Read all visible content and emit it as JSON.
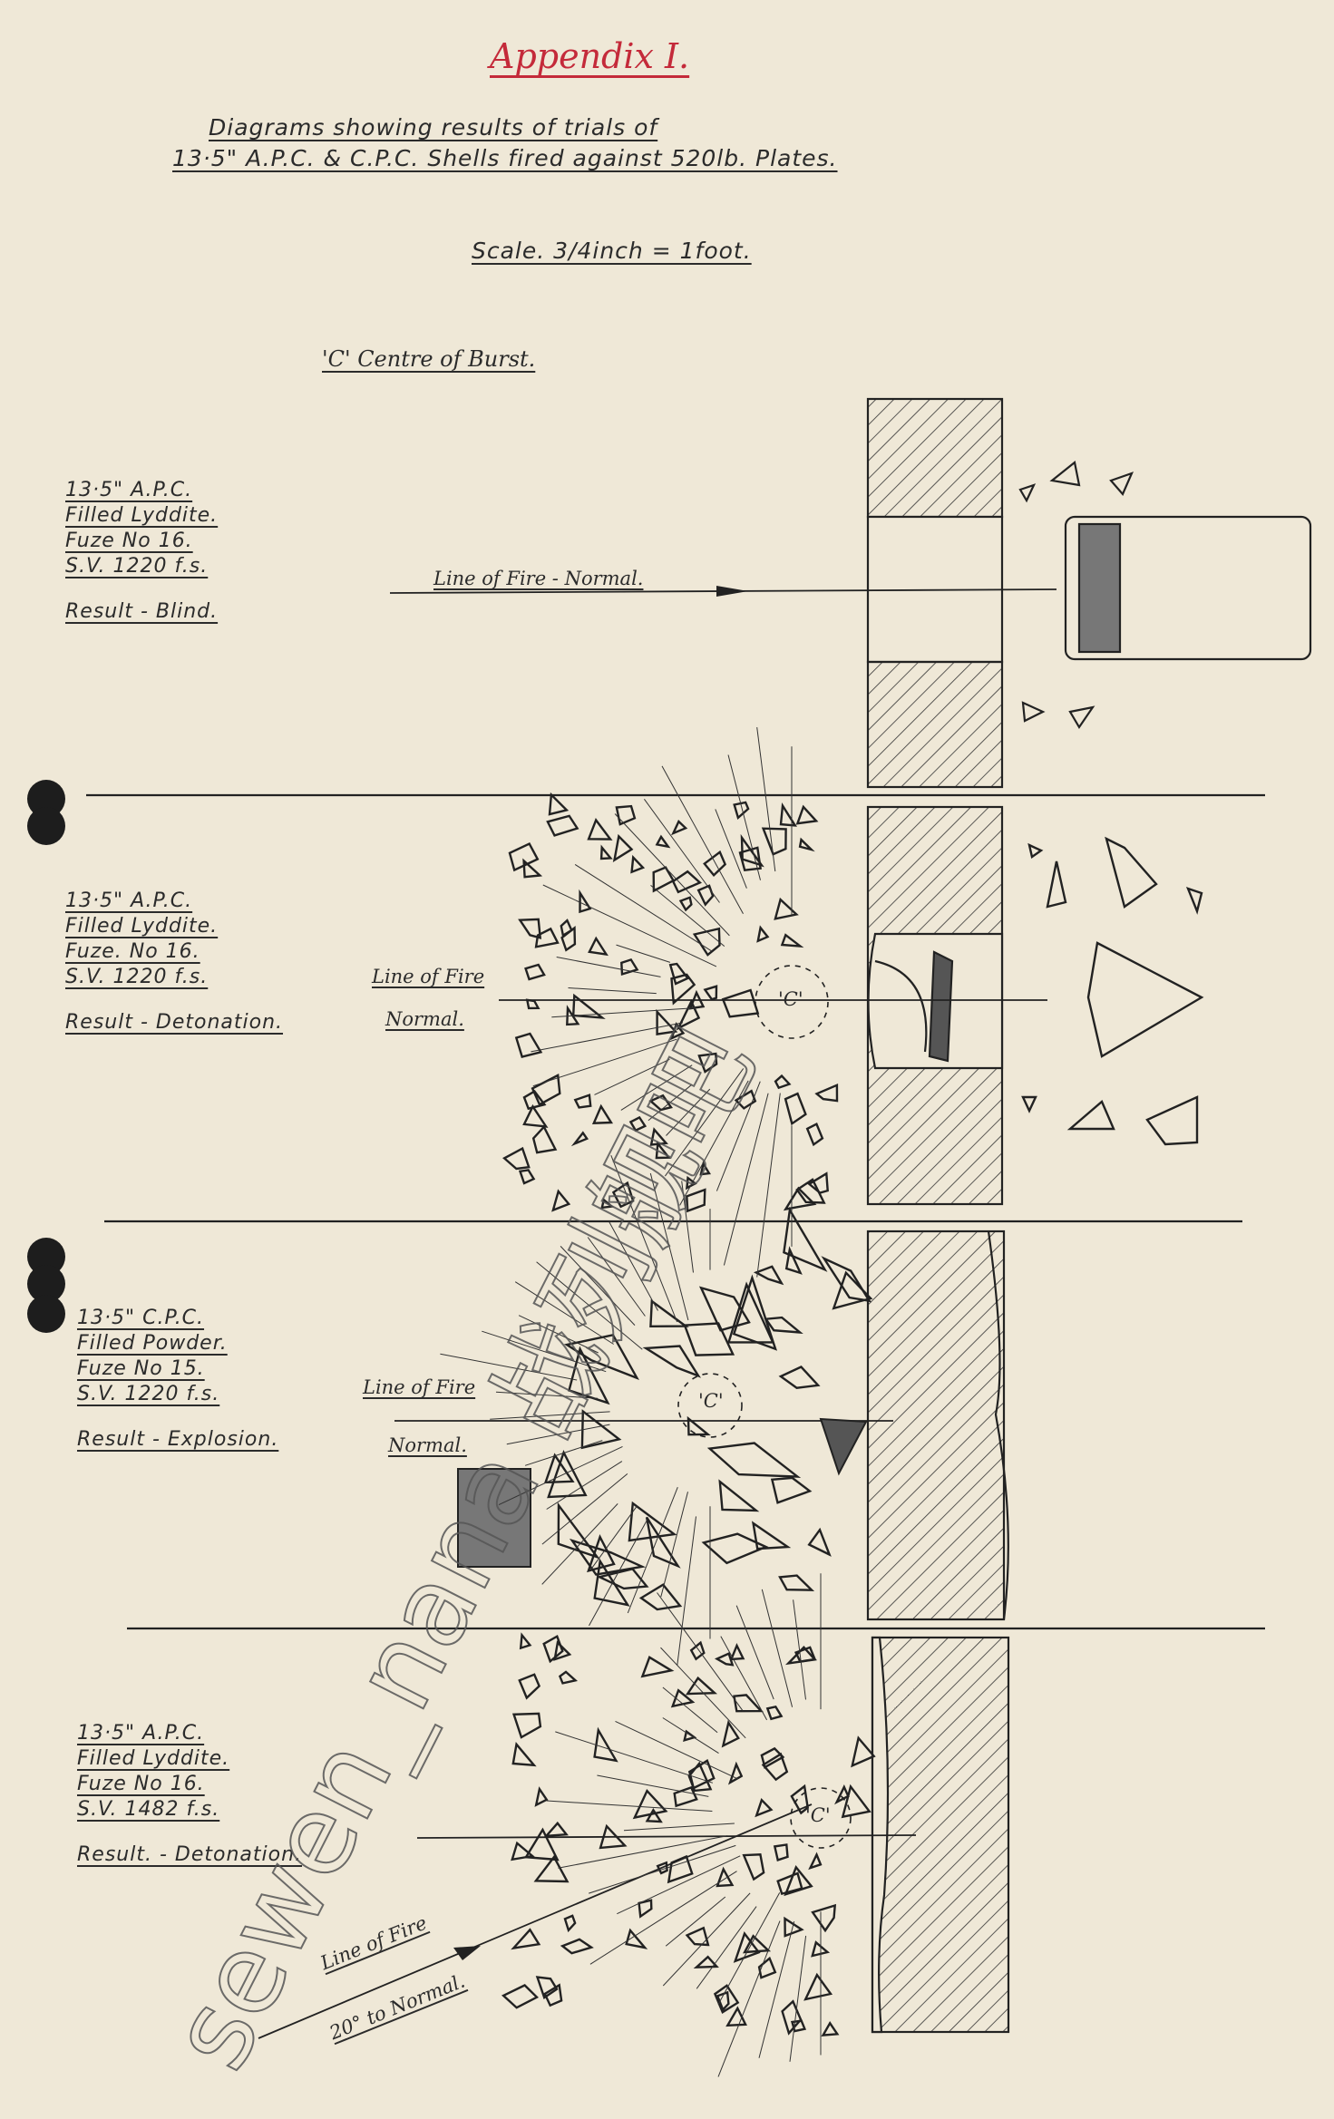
{
  "header": {
    "appendix": "Appendix I.",
    "title_line1": "Diagrams showing results of trials of",
    "title_line2": "13·5\" A.P.C. & C.P.C. Shells fired against 520lb. Plates.",
    "scale": "Scale. 3/4inch = 1foot.",
    "centre_note": "'C' Centre of Burst."
  },
  "trials": [
    {
      "shell": "13·5\" A.P.C.",
      "filling": "Filled Lyddite.",
      "fuze": "Fuze No 16.",
      "velocity": "S.V. 1220 f.s.",
      "result": "Result - Blind.",
      "line_of_fire": "Line of Fire - Normal.",
      "line_of_fire_2": ""
    },
    {
      "shell": "13·5\" A.P.C.",
      "filling": "Filled Lyddite.",
      "fuze": "Fuze. No 16.",
      "velocity": "S.V. 1220 f.s.",
      "result": "Result - Detonation.",
      "line_of_fire": "Line of Fire",
      "line_of_fire_2": "Normal."
    },
    {
      "shell": "13·5\" C.P.C.",
      "filling": "Filled Powder.",
      "fuze": "Fuze No 15.",
      "velocity": "S.V. 1220 f.s.",
      "result": "Result - Explosion.",
      "line_of_fire": "Line of Fire",
      "line_of_fire_2": "Normal."
    },
    {
      "shell": "13·5\" A.P.C.",
      "filling": "Filled Lyddite.",
      "fuze": "Fuze No 16.",
      "velocity": "S.V. 1482 f.s.",
      "result": "Result. - Detonation.",
      "line_of_fire": "Line of Fire",
      "line_of_fire_2": "20° to Normal."
    }
  ],
  "burst_labels": [
    "'C'",
    "'C'",
    "'C'"
  ],
  "watermark": "sewen_nana 战列舰吧",
  "colors": {
    "ink": "#2b2b2b",
    "red": "#c42a3a",
    "paper": "#efe8d7"
  }
}
